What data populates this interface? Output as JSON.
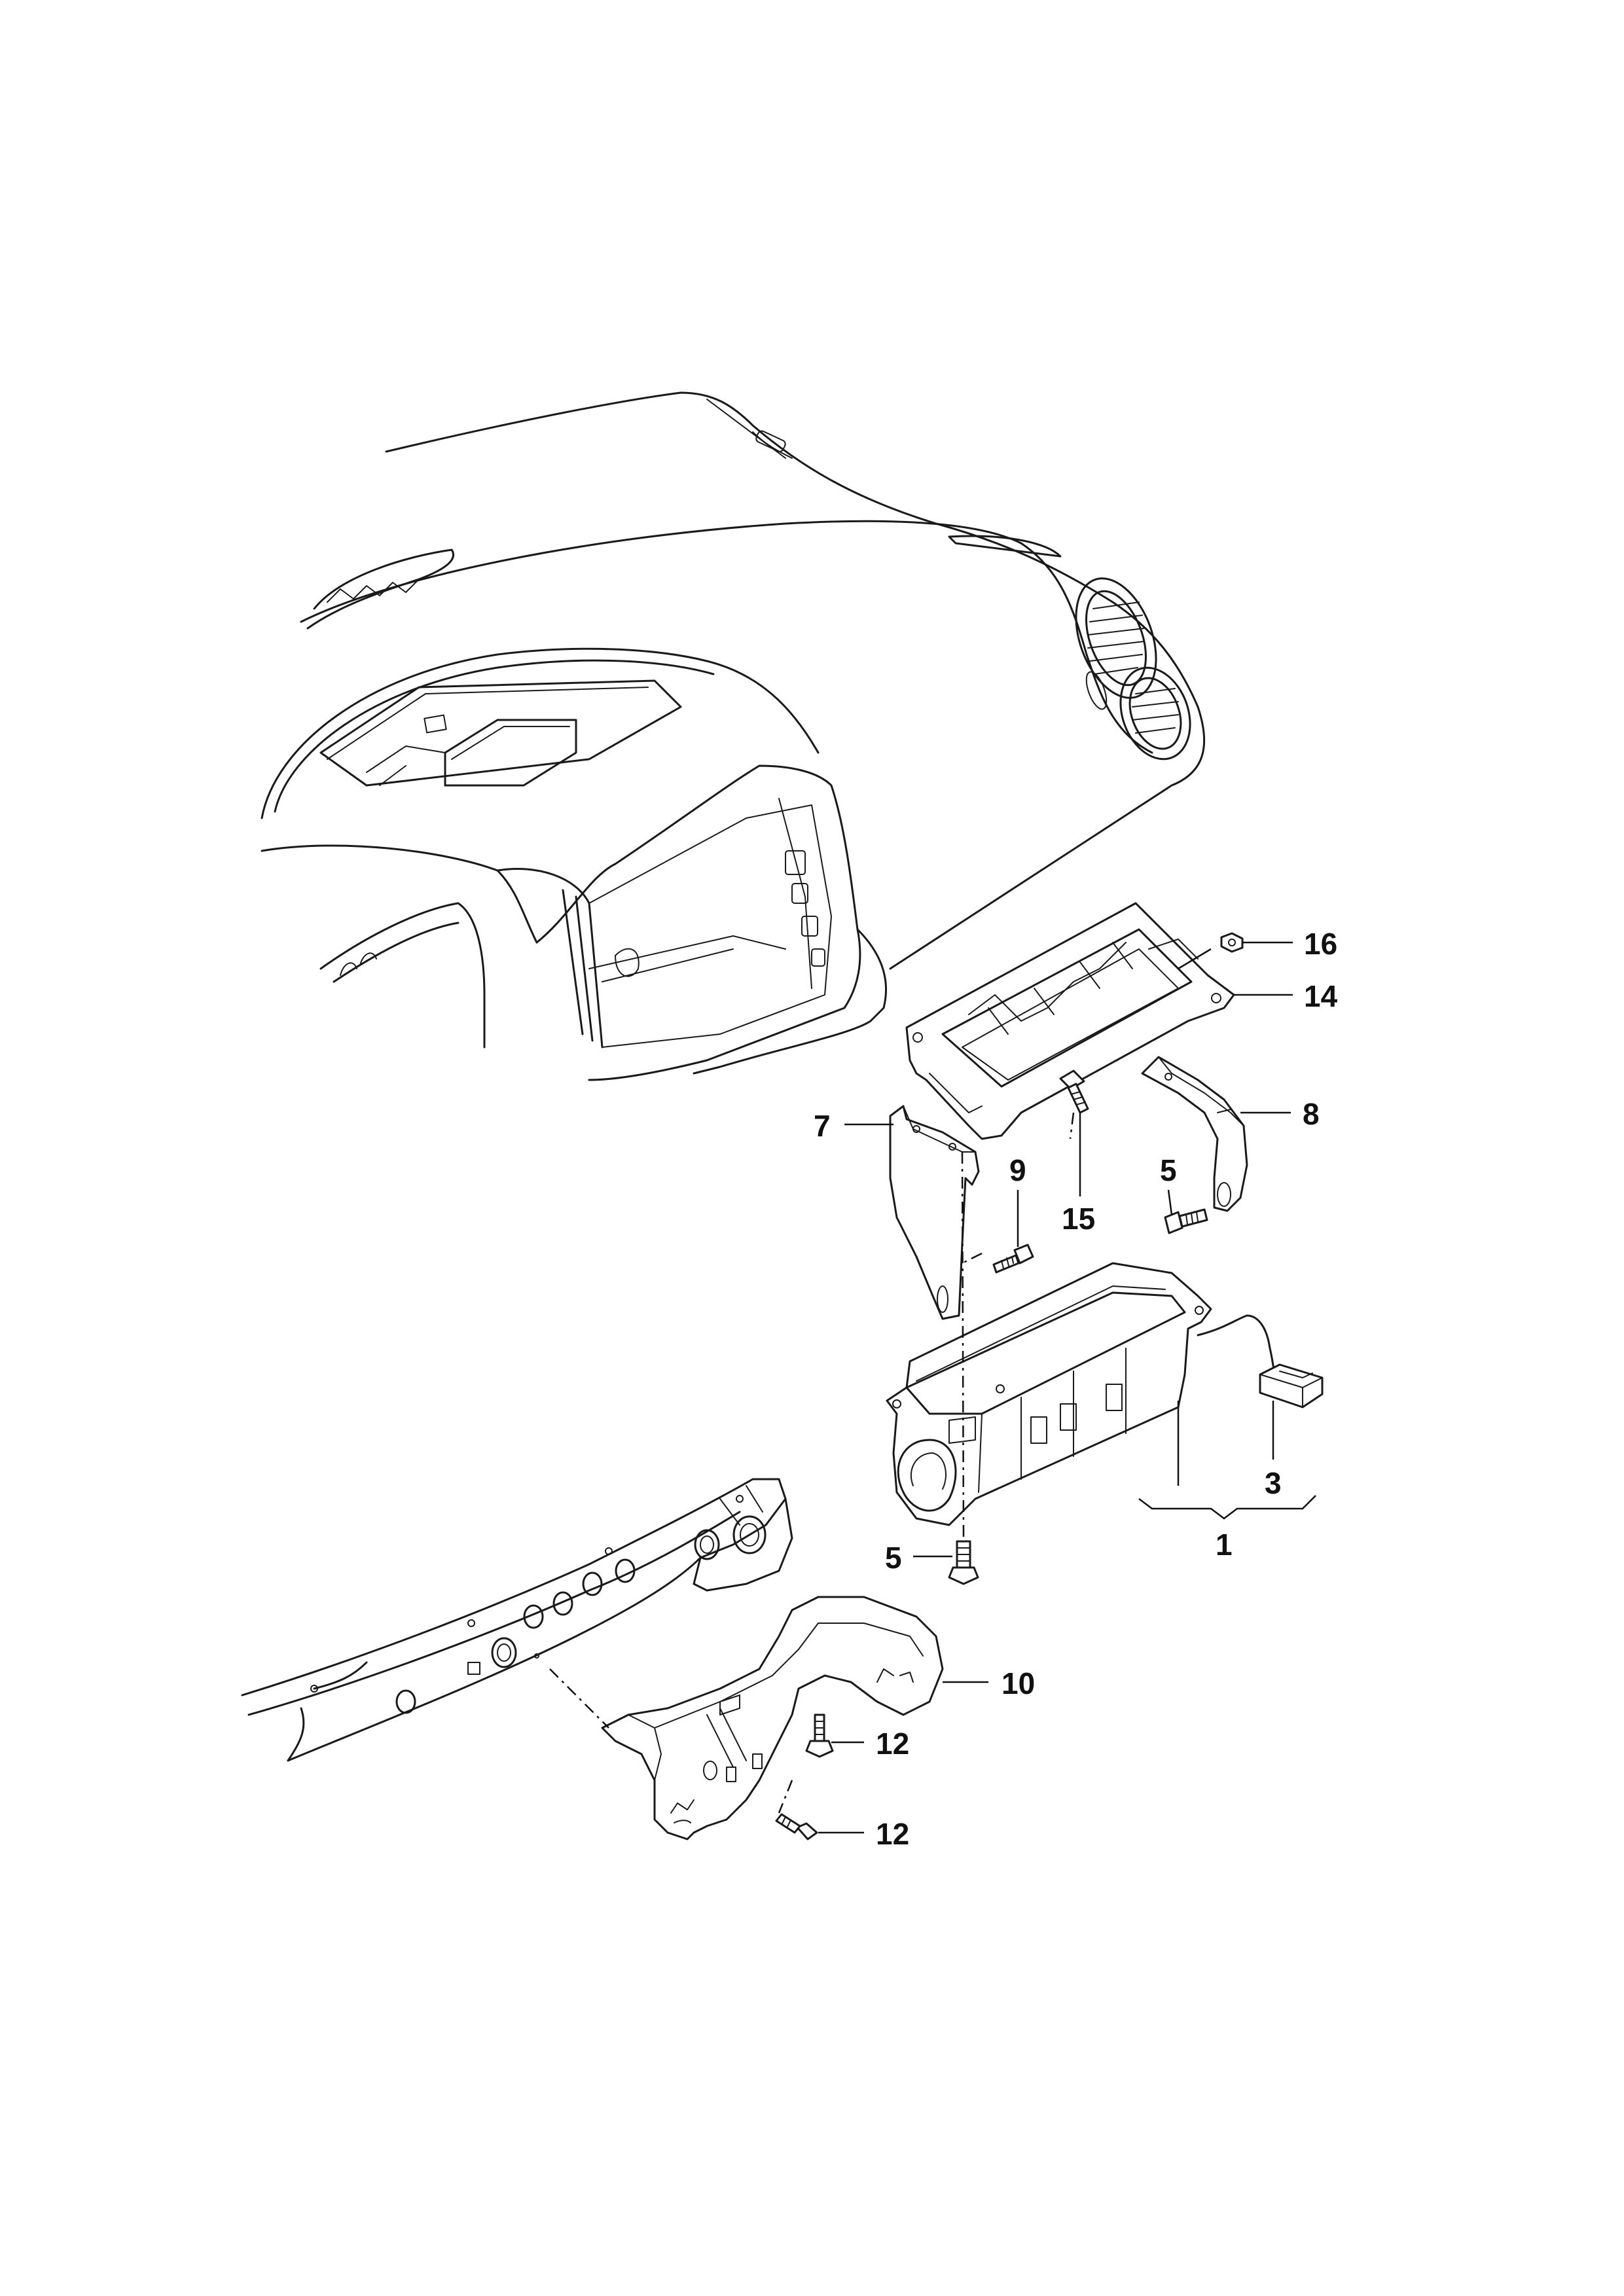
{
  "callouts": {
    "c16": "16",
    "c14": "14",
    "c7": "7",
    "c9": "9",
    "c15": "15",
    "c5a": "5",
    "c8": "8",
    "c3": "3",
    "c1": "1",
    "c5b": "5",
    "c10": "10",
    "c12a": "12",
    "c12b": "12"
  }
}
